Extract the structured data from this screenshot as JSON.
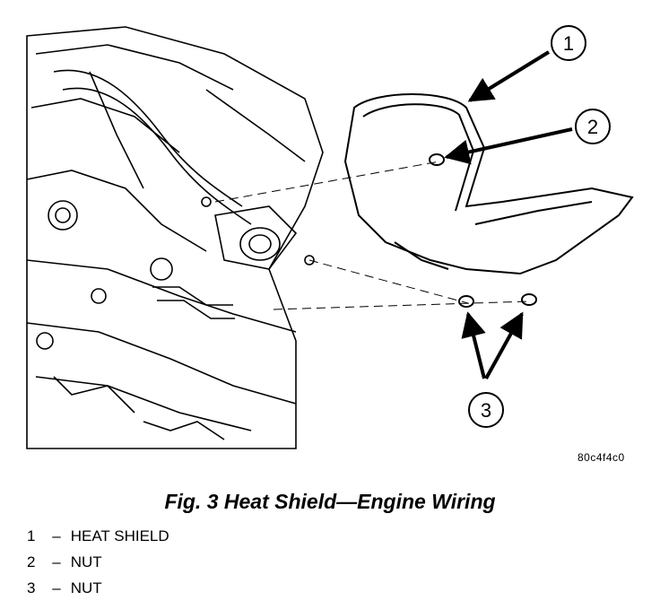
{
  "figure": {
    "code": "80c4f4c0",
    "callouts": [
      "1",
      "2",
      "3"
    ]
  },
  "caption": "Fig. 3 Heat Shield—Engine Wiring",
  "legend": [
    {
      "number": "1",
      "dash": "–",
      "label": "HEAT SHIELD"
    },
    {
      "number": "2",
      "dash": "–",
      "label": "NUT"
    },
    {
      "number": "3",
      "dash": "–",
      "label": "NUT"
    }
  ]
}
